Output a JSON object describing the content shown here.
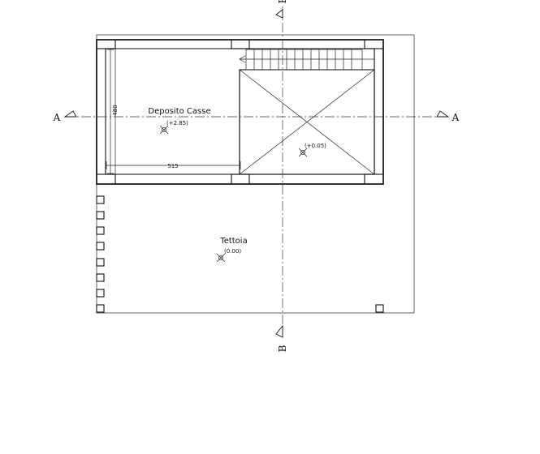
{
  "rooms": {
    "deposito_name": "Deposito  Casse",
    "deposito_level": "(+2.85)",
    "stair_level": "(+0.05)",
    "tettoia_name": "Tettoia",
    "tettoia_level": "(0.00)"
  },
  "dimensions": {
    "width": "515",
    "depth": "480"
  },
  "sections": {
    "a_left": "A",
    "a_right": "A",
    "b_top": "B",
    "b_bottom": "B"
  }
}
